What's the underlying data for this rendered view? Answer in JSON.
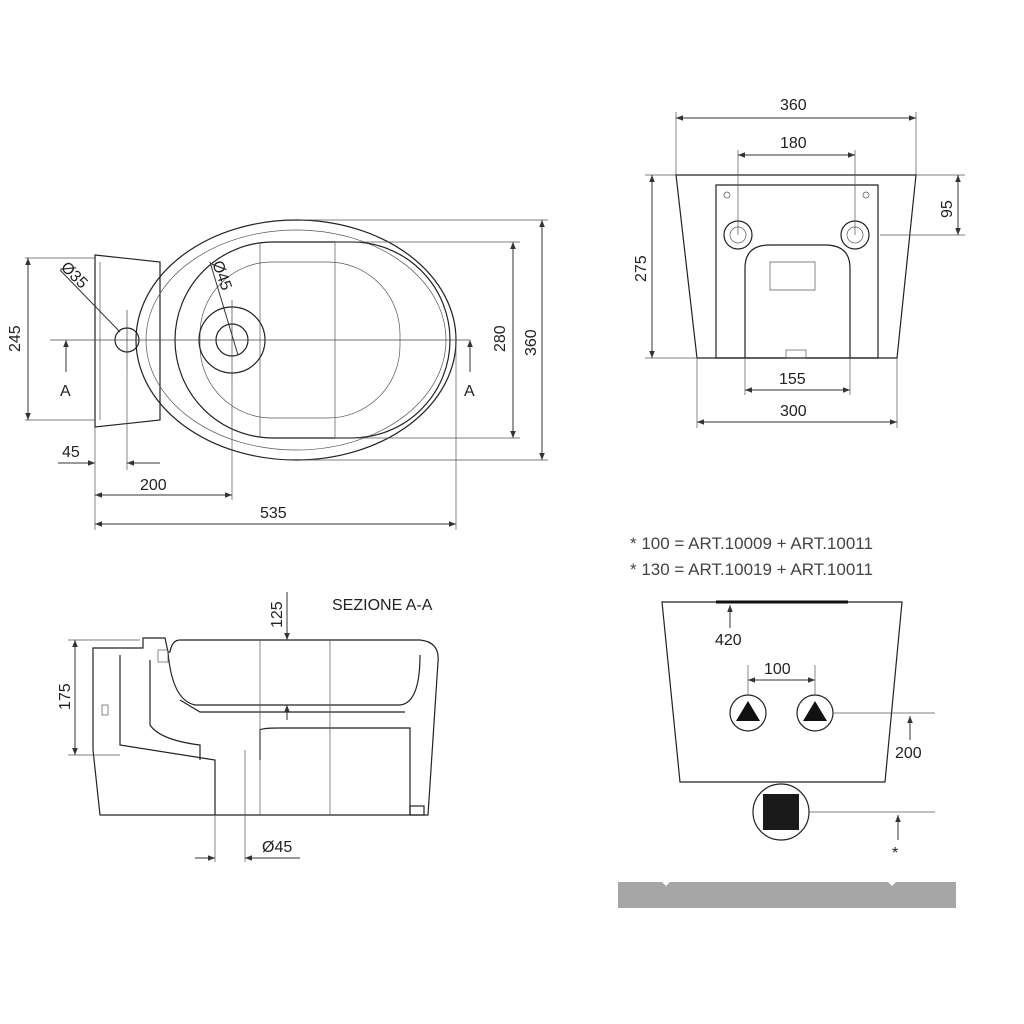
{
  "top_view": {
    "dim_phi35": "Ø35",
    "dim_phi45": "Ø45",
    "dim_245": "245",
    "dim_280": "280",
    "dim_360": "360",
    "dim_45": "45",
    "dim_200": "200",
    "dim_535": "535",
    "section_label_left": "A",
    "section_label_right": "A"
  },
  "rear_view": {
    "dim_360": "360",
    "dim_180": "180",
    "dim_95": "95",
    "dim_275": "275",
    "dim_155": "155",
    "dim_300": "300"
  },
  "section_view": {
    "title": "SEZIONE A-A",
    "dim_125": "125",
    "dim_175": "175",
    "dim_phi45": "Ø45"
  },
  "install_view": {
    "note_1": "* 100 = ART.10009 + ART.10011",
    "note_2": "* 130 = ART.10019 + ART.10011",
    "dim_420": "420",
    "dim_100": "100",
    "dim_200": "200",
    "dim_star": "*"
  },
  "colors": {
    "line": "#222222",
    "floor": "#a6a6a6",
    "drain_fill": "#1a1a1a"
  }
}
